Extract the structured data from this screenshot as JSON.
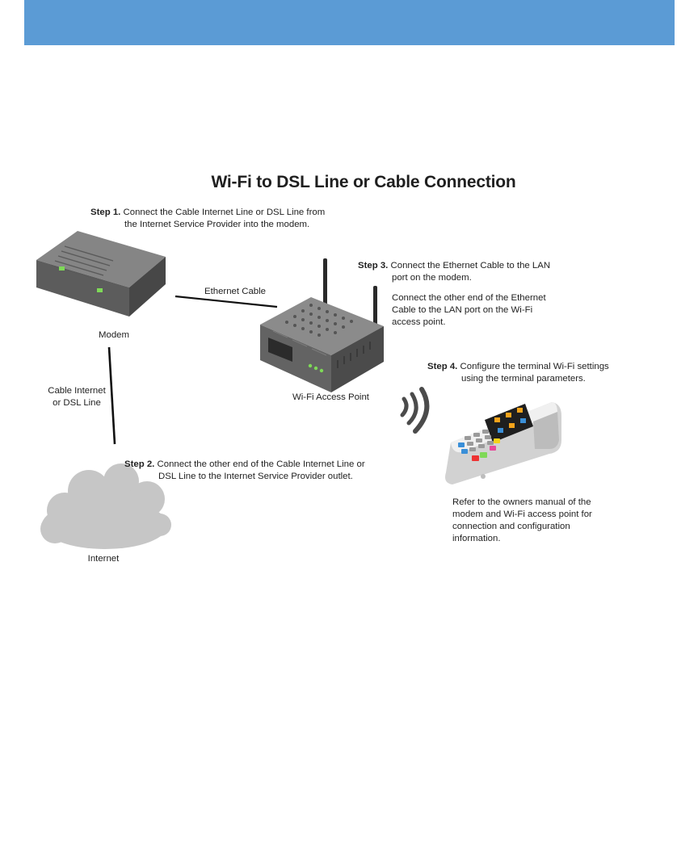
{
  "title": "Wi-Fi to DSL Line or Cable Connection",
  "steps": {
    "step1": {
      "label": "Step 1.",
      "line1": "Connect the Cable Internet Line or DSL Line from",
      "line2": "the Internet Service Provider into the modem."
    },
    "step2": {
      "label": "Step 2.",
      "line1": "Connect the other end of the Cable Internet Line or",
      "line2": "DSL Line to the Internet Service Provider outlet."
    },
    "step3": {
      "label": "Step 3.",
      "line1": "Connect the Ethernet Cable to the LAN",
      "line2": "port on the modem.",
      "line3": "Connect the other end of the Ethernet",
      "line4": "Cable to the LAN port on the Wi-Fi",
      "line5": "access point."
    },
    "step4": {
      "label": "Step 4.",
      "line1": "Configure the terminal Wi-Fi settings",
      "line2": "using the terminal parameters."
    }
  },
  "labels": {
    "modem": "Modem",
    "ethernet_cable": "Ethernet Cable",
    "wifi_access_point": "Wi-Fi Access Point",
    "cable_internet_line1": "Cable Internet",
    "cable_internet_line2": "or DSL Line",
    "internet": "Internet"
  },
  "note": {
    "line1": "Refer to the owners manual of the",
    "line2": "modem and Wi-Fi access point for",
    "line3": "connection and configuration",
    "line4": "information."
  },
  "colors": {
    "header": "#5b9bd5",
    "device_gray": "#6f6f6f",
    "cloud_gray": "#c6c6c6",
    "led_green": "#7ed957"
  }
}
